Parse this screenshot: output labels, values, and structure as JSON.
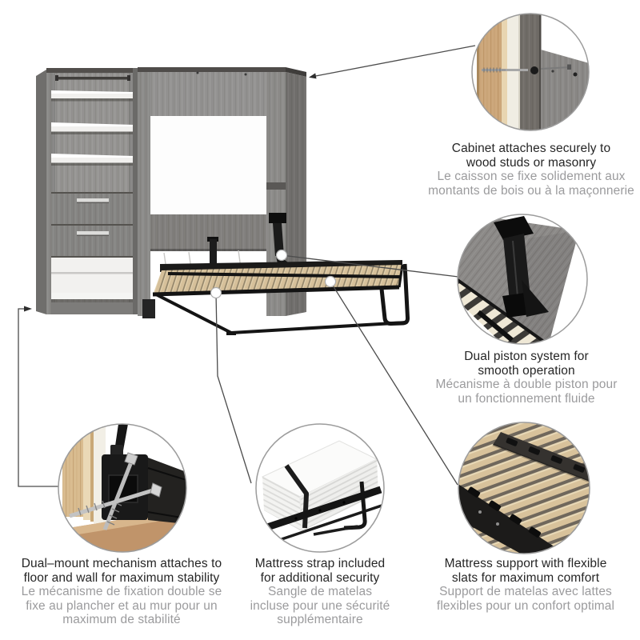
{
  "colors": {
    "title_text": "#262626",
    "subtitle_text": "#9b9b9d",
    "leader_line": "#4c4c4c",
    "circle_border": "#9c9c9c",
    "cabinet_gray": "#8e8d8b",
    "shelf_white": "#f3f2f0",
    "slat_wood": "#d6c09a",
    "frame_black": "#161616",
    "stud_wood": "#cda87c",
    "marker_fill": "#ffffff"
  },
  "callouts": [
    {
      "id": "cabinet-attachment",
      "title": [
        "Cabinet attaches securely to",
        "wood studs or masonry"
      ],
      "subtitle": [
        "Le caisson se fixe solidement aux",
        "montants de bois ou à la maçonnerie"
      ]
    },
    {
      "id": "dual-piston",
      "title": [
        "Dual piston system for",
        "smooth operation"
      ],
      "subtitle": [
        "Mécanisme à double piston pour",
        "un fonctionnement fluide"
      ]
    },
    {
      "id": "dual-mount",
      "title": [
        "Dual–mount mechanism attaches to",
        "floor and wall for maximum stability"
      ],
      "subtitle": [
        "Le mécanisme de fixation double se",
        "fixe au plancher et au mur pour un",
        "maximum de stabilité"
      ]
    },
    {
      "id": "mattress-strap",
      "title": [
        "Mattress strap included",
        "for additional security"
      ],
      "subtitle": [
        "Sangle de matelas",
        "incluse pour une sécurité",
        "supplémentaire"
      ]
    },
    {
      "id": "mattress-support",
      "title": [
        "Mattress support with flexible",
        "slats for maximum comfort"
      ],
      "subtitle": [
        "Support de matelas avec lattes",
        "flexibles pour un confort optimal"
      ]
    }
  ]
}
